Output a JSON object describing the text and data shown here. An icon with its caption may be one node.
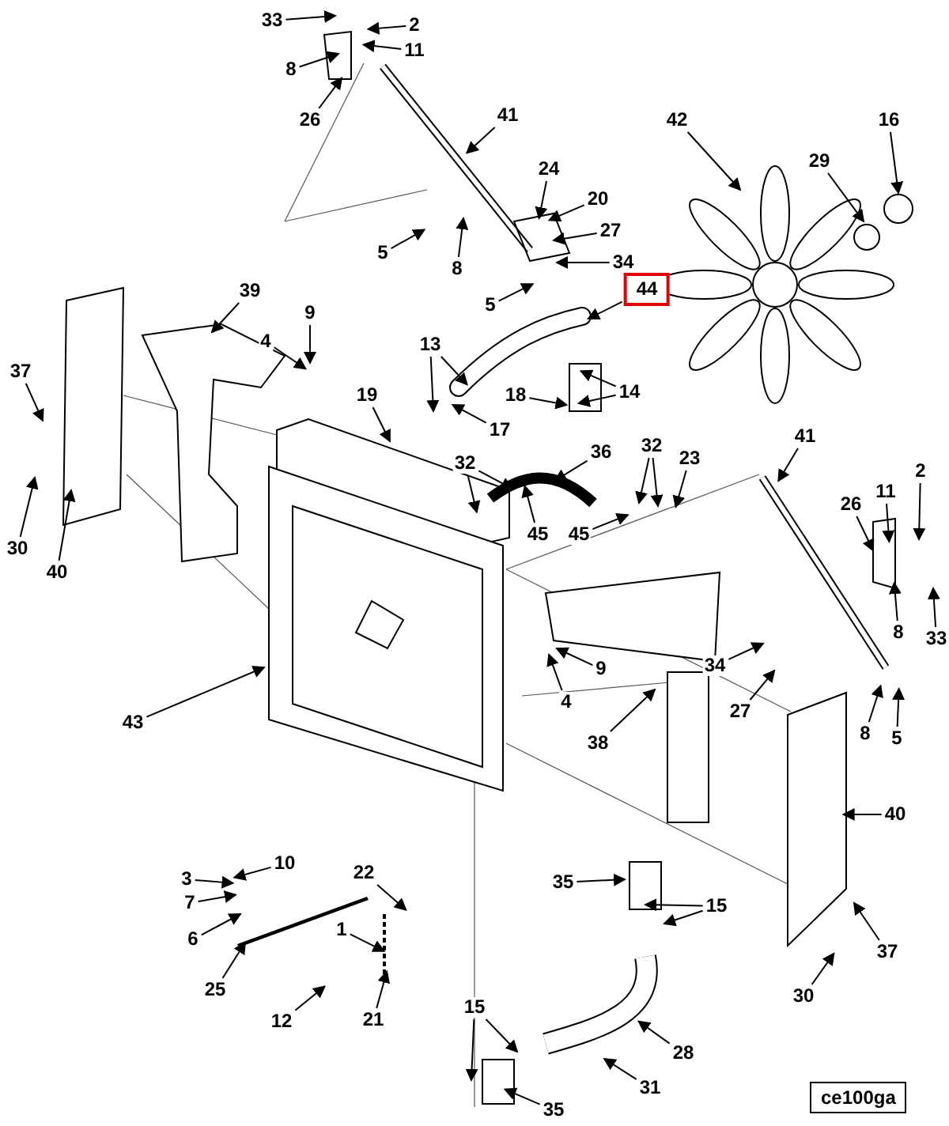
{
  "diagram": {
    "nodes": [
      {
        "text": [
          "33"
        ]
      },
      {
        "text": [
          "2"
        ]
      },
      {
        "text": [
          "8"
        ]
      },
      {
        "text": [
          "11"
        ]
      },
      {
        "text": [
          "26"
        ]
      },
      {
        "text": [
          "41"
        ]
      },
      {
        "text": [
          "42"
        ]
      },
      {
        "text": [
          "16"
        ]
      },
      {
        "text": [
          "29"
        ]
      },
      {
        "text": [
          "24"
        ]
      },
      {
        "text": [
          "20"
        ]
      },
      {
        "text": [
          "27"
        ]
      },
      {
        "text": [
          "5"
        ]
      },
      {
        "text": [
          "8"
        ]
      },
      {
        "text": [
          "34"
        ]
      },
      {
        "text": [
          "44"
        ]
      },
      {
        "text": [
          "39"
        ]
      },
      {
        "text": [
          "5"
        ]
      },
      {
        "text": [
          "9"
        ]
      },
      {
        "text": [
          "4"
        ]
      },
      {
        "text": [
          "13"
        ]
      },
      {
        "text": [
          "37"
        ]
      },
      {
        "text": [
          "14"
        ]
      },
      {
        "text": [
          "19"
        ]
      },
      {
        "text": [
          "18"
        ]
      },
      {
        "text": [
          "41"
        ]
      },
      {
        "text": [
          "17"
        ]
      },
      {
        "text": [
          "36"
        ]
      },
      {
        "text": [
          "32"
        ]
      },
      {
        "text": [
          "32"
        ]
      },
      {
        "text": [
          "23"
        ]
      },
      {
        "text": [
          "2"
        ]
      },
      {
        "text": [
          "11"
        ]
      },
      {
        "text": [
          "26"
        ]
      },
      {
        "text": [
          "45"
        ]
      },
      {
        "text": [
          "45"
        ]
      },
      {
        "text": [
          "30"
        ]
      },
      {
        "text": [
          "40"
        ]
      },
      {
        "text": [
          "8"
        ]
      },
      {
        "text": [
          "33"
        ]
      },
      {
        "text": [
          "9"
        ]
      },
      {
        "text": [
          "34"
        ]
      },
      {
        "text": [
          "4"
        ]
      },
      {
        "text": [
          "27"
        ]
      },
      {
        "text": [
          "43"
        ]
      },
      {
        "text": [
          "8"
        ]
      },
      {
        "text": [
          "5"
        ]
      },
      {
        "text": [
          "38"
        ]
      },
      {
        "text": [
          "40"
        ]
      },
      {
        "text": [
          "10"
        ]
      },
      {
        "text": [
          "3"
        ]
      },
      {
        "text": [
          "22"
        ]
      },
      {
        "text": [
          "35"
        ]
      },
      {
        "text": [
          "7"
        ]
      },
      {
        "text": [
          "15"
        ]
      },
      {
        "text": [
          "6"
        ]
      },
      {
        "text": [
          "1"
        ]
      },
      {
        "text": [
          "37"
        ]
      },
      {
        "text": [
          "25"
        ]
      },
      {
        "text": [
          "30"
        ]
      },
      {
        "text": [
          "12"
        ]
      },
      {
        "text": [
          "15"
        ]
      },
      {
        "text": [
          "21"
        ]
      },
      {
        "text": [
          "28"
        ]
      },
      {
        "text": [
          "31"
        ]
      },
      {
        "text": [
          "35"
        ]
      }
    ],
    "edges": [
      {
        "from": 0,
        "to": null,
        "arrow": "to"
      },
      {
        "from": 1,
        "to": null,
        "arrow": "to"
      },
      {
        "from": 2,
        "to": null,
        "arrow": "to"
      },
      {
        "from": 3,
        "to": null,
        "arrow": "to"
      },
      {
        "from": 4,
        "to": null,
        "arrow": "to"
      },
      {
        "from": 5,
        "to": null,
        "arrow": "to"
      },
      {
        "from": 6,
        "to": null,
        "arrow": "to"
      },
      {
        "from": 7,
        "to": null,
        "arrow": "to"
      },
      {
        "from": 8,
        "to": null,
        "arrow": "to"
      },
      {
        "from": 9,
        "to": null,
        "arrow": "to"
      },
      {
        "from": 10,
        "to": null,
        "arrow": "to"
      },
      {
        "from": 11,
        "to": null,
        "arrow": "to"
      },
      {
        "from": 12,
        "to": null,
        "arrow": "to"
      },
      {
        "from": 13,
        "to": null,
        "arrow": "to"
      },
      {
        "from": 14,
        "to": null,
        "arrow": "to"
      },
      {
        "from": 15,
        "to": null,
        "arrow": "to"
      },
      {
        "from": 16,
        "to": null,
        "arrow": "to"
      },
      {
        "from": 17,
        "to": null,
        "arrow": "to"
      },
      {
        "from": 18,
        "to": null,
        "arrow": "to"
      },
      {
        "from": 19,
        "to": null,
        "arrow": "to"
      },
      {
        "from": 20,
        "to": null,
        "arrow": "to"
      },
      {
        "from": 20,
        "to": null,
        "arrow": "to"
      },
      {
        "from": 21,
        "to": null,
        "arrow": "to"
      },
      {
        "from": 22,
        "to": null,
        "arrow": "to"
      },
      {
        "from": 22,
        "to": null,
        "arrow": "to"
      },
      {
        "from": 23,
        "to": null,
        "arrow": "to"
      },
      {
        "from": 24,
        "to": null,
        "arrow": "to"
      },
      {
        "from": 25,
        "to": null,
        "arrow": "to"
      },
      {
        "from": 26,
        "to": null,
        "arrow": "to"
      },
      {
        "from": 27,
        "to": null,
        "arrow": "to"
      },
      {
        "from": 28,
        "to": null,
        "arrow": "to"
      },
      {
        "from": 28,
        "to": null,
        "arrow": "to"
      },
      {
        "from": 29,
        "to": null,
        "arrow": "to"
      },
      {
        "from": 29,
        "to": null,
        "arrow": "to"
      },
      {
        "from": 30,
        "to": null,
        "arrow": "to"
      },
      {
        "from": 31,
        "to": null,
        "arrow": "to"
      },
      {
        "from": 32,
        "to": null,
        "arrow": "to"
      },
      {
        "from": 33,
        "to": null,
        "arrow": "to"
      },
      {
        "from": 34,
        "to": null,
        "arrow": "to"
      },
      {
        "from": 35,
        "to": null,
        "arrow": "to"
      },
      {
        "from": 36,
        "to": null,
        "arrow": "to"
      },
      {
        "from": 37,
        "to": null,
        "arrow": "to"
      },
      {
        "from": 38,
        "to": null,
        "arrow": "to"
      },
      {
        "from": 39,
        "to": null,
        "arrow": "to"
      },
      {
        "from": 40,
        "to": null,
        "arrow": "to"
      },
      {
        "from": 41,
        "to": null,
        "arrow": "to"
      },
      {
        "from": 42,
        "to": null,
        "arrow": "to"
      },
      {
        "from": 43,
        "to": null,
        "arrow": "to"
      },
      {
        "from": 44,
        "to": null,
        "arrow": "to"
      },
      {
        "from": 45,
        "to": null,
        "arrow": "to"
      },
      {
        "from": 46,
        "to": null,
        "arrow": "to"
      },
      {
        "from": 47,
        "to": null,
        "arrow": "to"
      },
      {
        "from": 48,
        "to": null,
        "arrow": "to"
      },
      {
        "from": 49,
        "to": null,
        "arrow": "to"
      },
      {
        "from": 50,
        "to": null,
        "arrow": "to"
      },
      {
        "from": 51,
        "to": null,
        "arrow": "to"
      },
      {
        "from": 52,
        "to": null,
        "arrow": "to"
      },
      {
        "from": 53,
        "to": null,
        "arrow": "to"
      },
      {
        "from": 54,
        "to": null,
        "arrow": "to"
      },
      {
        "from": 54,
        "to": null,
        "arrow": "to"
      },
      {
        "from": 55,
        "to": null,
        "arrow": "to"
      },
      {
        "from": 56,
        "to": null,
        "arrow": "to"
      },
      {
        "from": 57,
        "to": null,
        "arrow": "to"
      },
      {
        "from": 58,
        "to": null,
        "arrow": "to"
      },
      {
        "from": 59,
        "to": null,
        "arrow": "to"
      },
      {
        "from": 60,
        "to": null,
        "arrow": "to"
      },
      {
        "from": 61,
        "to": null,
        "arrow": "to"
      },
      {
        "from": 61,
        "to": null,
        "arrow": "to"
      },
      {
        "from": 62,
        "to": null,
        "arrow": "to"
      },
      {
        "from": 63,
        "to": null,
        "arrow": "to"
      },
      {
        "from": 64,
        "to": null,
        "arrow": "to"
      },
      {
        "from": 65,
        "to": null,
        "arrow": "to"
      }
    ],
    "labels": [
      "ce100ga"
    ]
  }
}
